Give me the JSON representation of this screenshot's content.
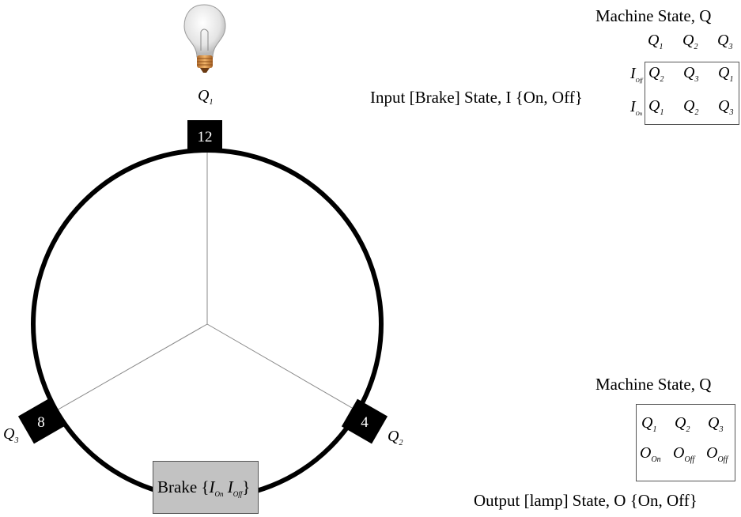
{
  "diagram": {
    "top_state_label": "Q",
    "top_state_sub": "1",
    "left_state_label": "Q",
    "left_state_sub": "3",
    "right_state_label": "Q",
    "right_state_sub": "2",
    "marker_top": "12",
    "marker_left": "8",
    "marker_right": "4",
    "brake_label": "Brake {",
    "brake_i1": "I",
    "brake_i1_sub": "On",
    "brake_i2": "I",
    "brake_i2_sub": "Off",
    "brake_close": "}"
  },
  "transition_table": {
    "title": "Machine State, Q",
    "input_label": "Input [Brake] State, I {On, Off}",
    "col_headers": [
      {
        "sym": "Q",
        "sub": "1"
      },
      {
        "sym": "Q",
        "sub": "2"
      },
      {
        "sym": "Q",
        "sub": "3"
      }
    ],
    "rows": [
      {
        "sym": "I",
        "sub": "Off",
        "cells": [
          {
            "sym": "Q",
            "sub": "2"
          },
          {
            "sym": "Q",
            "sub": "3"
          },
          {
            "sym": "Q",
            "sub": "1"
          }
        ]
      },
      {
        "sym": "I",
        "sub": "On",
        "cells": [
          {
            "sym": "Q",
            "sub": "1"
          },
          {
            "sym": "Q",
            "sub": "2"
          },
          {
            "sym": "Q",
            "sub": "3"
          }
        ]
      }
    ]
  },
  "output_table": {
    "title": "Machine State, Q",
    "output_label": "Output [lamp] State, O {On, Off}",
    "states": [
      {
        "sym": "Q",
        "sub": "1"
      },
      {
        "sym": "Q",
        "sub": "2"
      },
      {
        "sym": "Q",
        "sub": "3"
      }
    ],
    "outputs": [
      {
        "sym": "O",
        "sub": "On"
      },
      {
        "sym": "O",
        "sub": "Off"
      },
      {
        "sym": "O",
        "sub": "Off"
      }
    ]
  }
}
